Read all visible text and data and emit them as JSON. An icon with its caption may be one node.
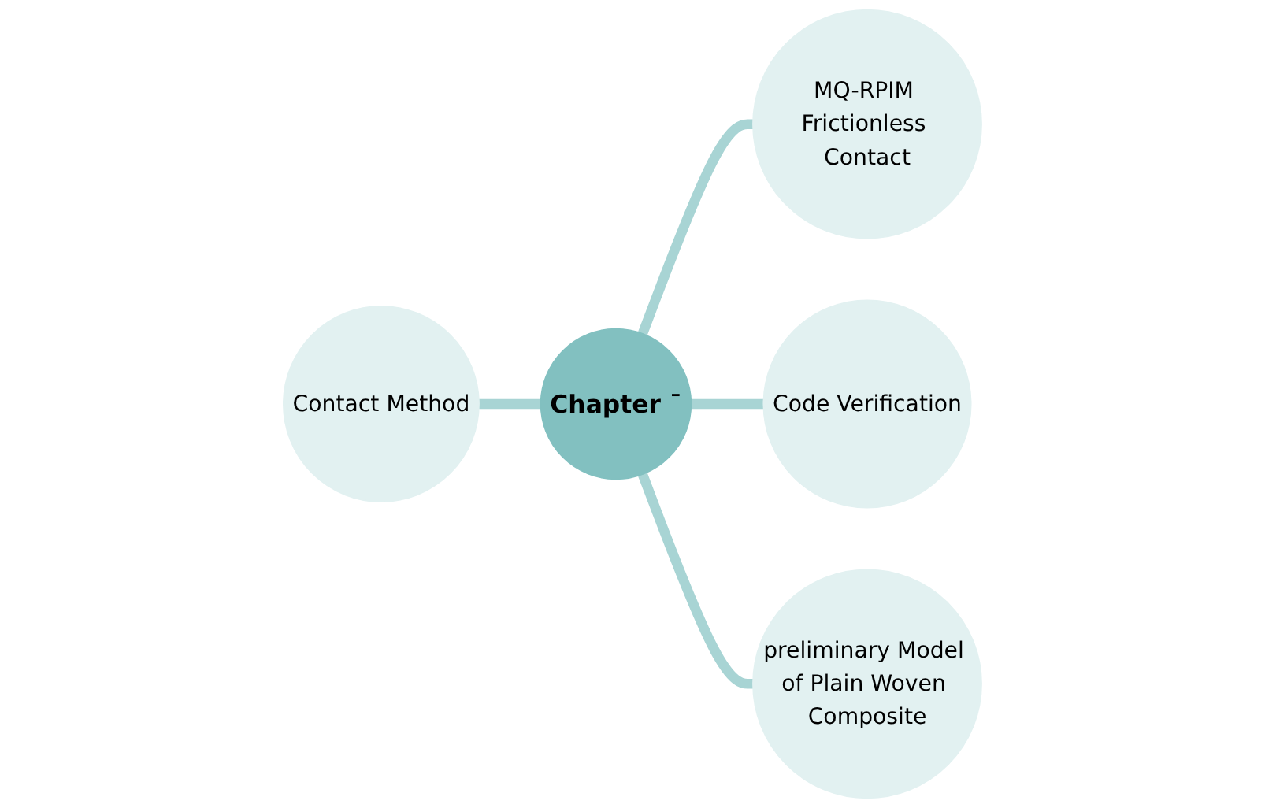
{
  "diagram": {
    "nodes": [
      {
        "text": [
          "MQ-RPIM Frictionless Contact"
        ]
      },
      {
        "text": [
          "Code Verification"
        ]
      },
      {
        "text": [
          "Contact Method"
        ]
      },
      {
        "text": [
          "Chapter ¯"
        ]
      },
      {
        "text": [
          "preliminary Model of Plain Woven Composite"
        ]
      }
    ],
    "edges": [
      {
        "from": 2,
        "to": 3,
        "arrow": "none"
      },
      {
        "from": 3,
        "to": 0,
        "arrow": "none"
      },
      {
        "from": 3,
        "to": 1,
        "arrow": "none"
      },
      {
        "from": 3,
        "to": 4,
        "arrow": "none"
      }
    ]
  }
}
